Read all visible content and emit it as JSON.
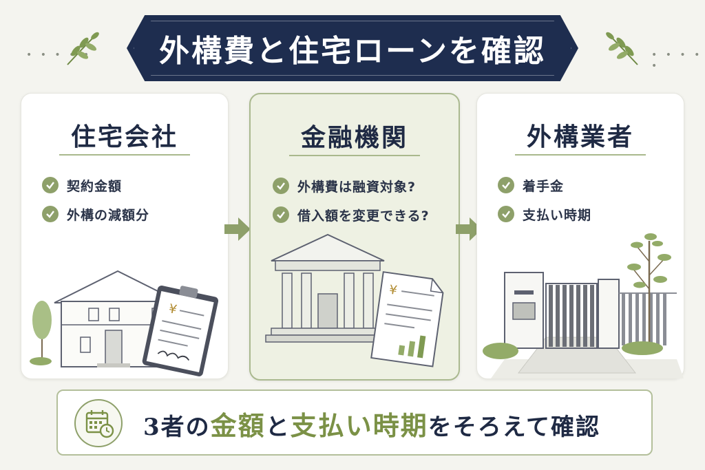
{
  "banner": {
    "title": "外構費と住宅ローンを確認"
  },
  "colors": {
    "navy": "#1e2d4f",
    "accent_green": "#8ea06a",
    "highlight_green": "#7b9146"
  },
  "cards": [
    {
      "title": "住宅会社",
      "items": [
        "契約金額",
        "外構の減額分"
      ],
      "illustration": "house-with-clipboard-icon"
    },
    {
      "title": "金融機関",
      "items": [
        "外構費は融資対象?",
        "借入額を変更できる?"
      ],
      "illustration": "bank-with-document-icon"
    },
    {
      "title": "外構業者",
      "items": [
        "着手金",
        "支払い時期"
      ],
      "illustration": "gate-and-fence-icon"
    }
  ],
  "bottom": {
    "part1": "3者の",
    "highlight1": "金額",
    "part2": "と",
    "highlight2": "支払い時期",
    "part3": "をそろえて確認",
    "icon": "calendar-clock-icon"
  }
}
